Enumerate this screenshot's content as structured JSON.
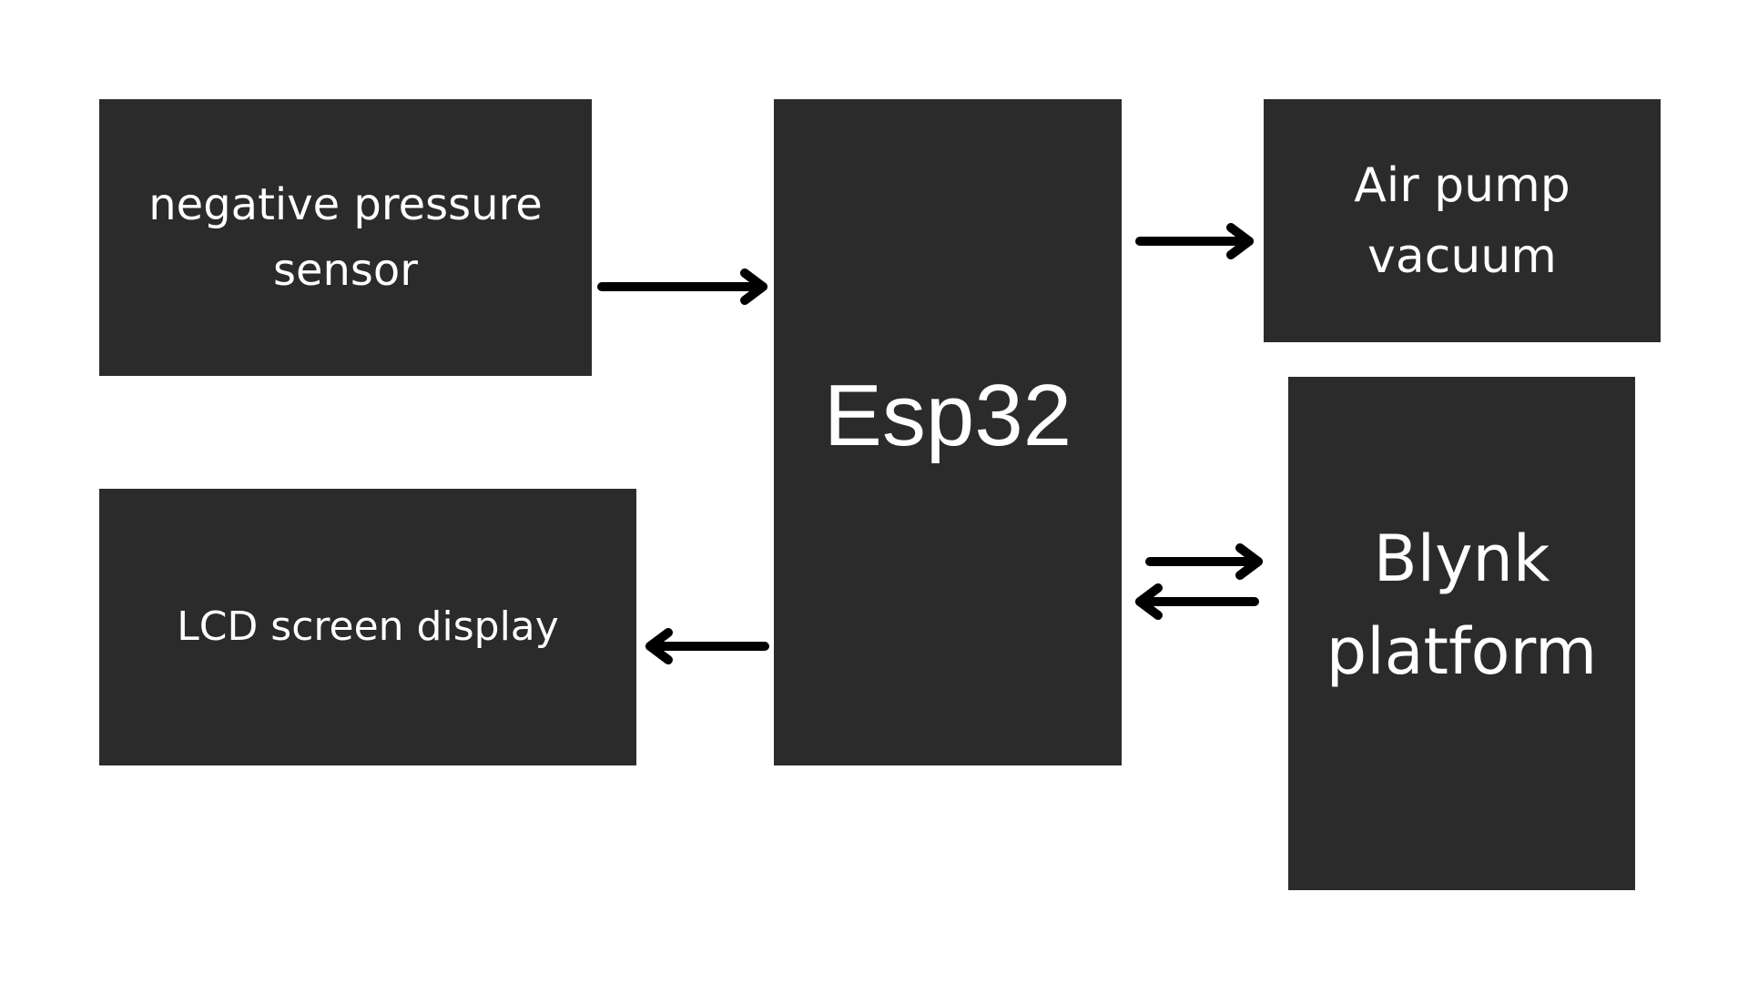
{
  "diagram": {
    "nodes": [
      {
        "id": "sensor",
        "label": "negative pressure\nsensor"
      },
      {
        "id": "esp32",
        "label": "Esp32"
      },
      {
        "id": "pump",
        "label": "Air pump\nvacuum"
      },
      {
        "id": "blynk",
        "label": "Blynk\nplatform"
      },
      {
        "id": "lcd",
        "label": "LCD screen display"
      }
    ],
    "edges": [
      {
        "from": "sensor",
        "to": "esp32"
      },
      {
        "from": "esp32",
        "to": "pump"
      },
      {
        "from": "esp32",
        "to": "blynk"
      },
      {
        "from": "blynk",
        "to": "esp32"
      },
      {
        "from": "esp32",
        "to": "lcd"
      }
    ],
    "colors": {
      "box_fill": "#2b2b2b",
      "box_text": "#ffffff",
      "arrow": "#000000",
      "background": "#ffffff"
    }
  }
}
